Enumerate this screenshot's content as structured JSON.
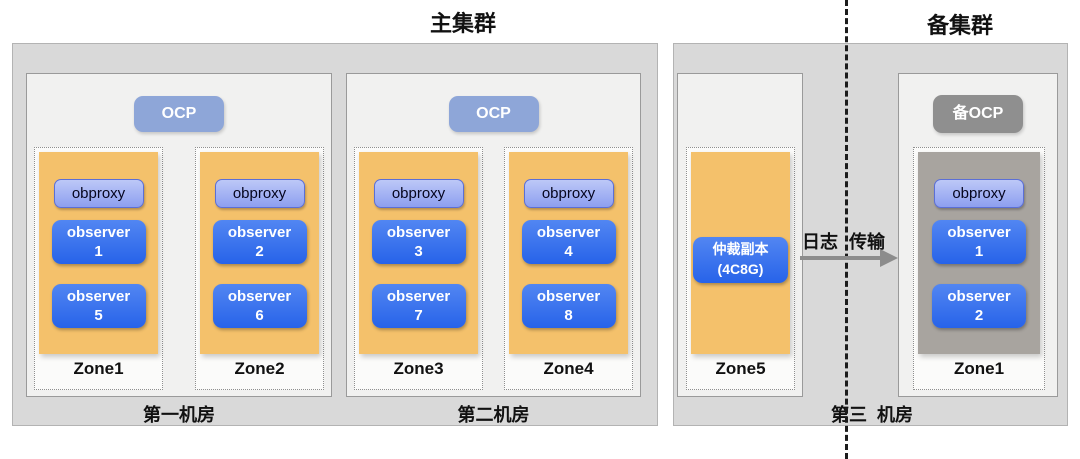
{
  "page": {
    "title_primary": "主集群",
    "title_standby": "备集群"
  },
  "labels": {
    "log_transfer_left": "日志",
    "log_transfer_right": "传输",
    "room3_left": "第三",
    "room3_right": "机房"
  },
  "colors": {
    "container_bg": "#d9d9d9",
    "room_bg": "#f1f1f0",
    "zone_orange": "#f4c16b",
    "zone_gray": "#a8a49f",
    "ocp_blue": "#8ea6d8",
    "ocp_gray": "#8f8f8f",
    "observer_blue": "#2763e9",
    "observer_blue_light": "#5286f2",
    "arrow_gray": "#8c8c8c"
  },
  "primary": {
    "rooms": [
      {
        "name": "第一机房",
        "ocp": "OCP",
        "zones": [
          {
            "label": "Zone1",
            "obproxy": "obproxy",
            "observers": [
              {
                "line1": "observer",
                "line2": "1"
              },
              {
                "line1": "observer",
                "line2": "5"
              }
            ]
          },
          {
            "label": "Zone2",
            "obproxy": "obproxy",
            "observers": [
              {
                "line1": "observer",
                "line2": "2"
              },
              {
                "line1": "observer",
                "line2": "6"
              }
            ]
          }
        ]
      },
      {
        "name": "第二机房",
        "ocp": "OCP",
        "zones": [
          {
            "label": "Zone3",
            "obproxy": "obproxy",
            "observers": [
              {
                "line1": "observer",
                "line2": "3"
              },
              {
                "line1": "observer",
                "line2": "7"
              }
            ]
          },
          {
            "label": "Zone4",
            "obproxy": "obproxy",
            "observers": [
              {
                "line1": "observer",
                "line2": "4"
              },
              {
                "line1": "observer",
                "line2": "8"
              }
            ]
          }
        ]
      }
    ]
  },
  "third_room": {
    "zone": {
      "label": "Zone5",
      "arbiter_line1": "仲裁副本",
      "arbiter_line2": "(4C8G)"
    }
  },
  "standby": {
    "ocp": "备OCP",
    "zone": {
      "label": "Zone1",
      "obproxy": "obproxy",
      "observers": [
        {
          "line1": "observer",
          "line2": "1"
        },
        {
          "line1": "observer",
          "line2": "2"
        }
      ]
    }
  }
}
